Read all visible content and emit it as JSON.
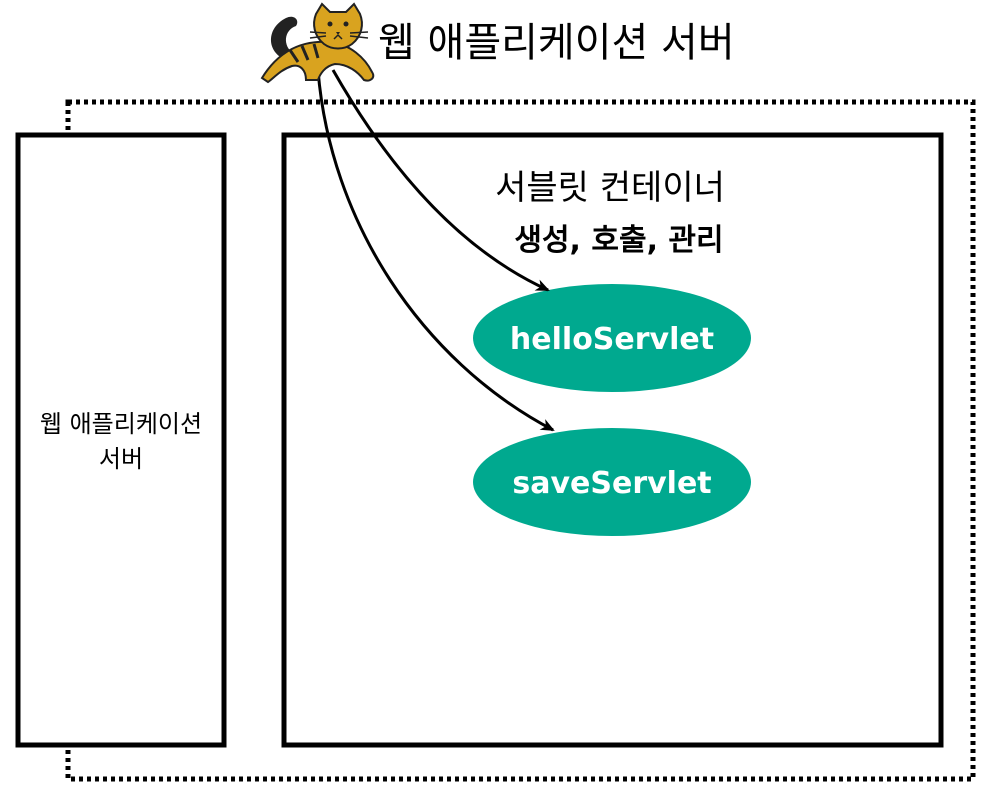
{
  "header": {
    "title": "웹 애플리케이션 서버"
  },
  "left_box": {
    "line1": "웹 애플리케이션",
    "line2": "서버"
  },
  "container": {
    "title": "서블릿 컨테이너",
    "subtitle": "생성, 호출, 관리"
  },
  "servlets": [
    {
      "name": "helloServlet"
    },
    {
      "name": "saveServlet"
    }
  ],
  "icons": {
    "logo": "tomcat-cat-icon"
  },
  "colors": {
    "servlet_fill": "#00A98F",
    "stroke": "#000000",
    "logo_body": "#D9A31F"
  }
}
